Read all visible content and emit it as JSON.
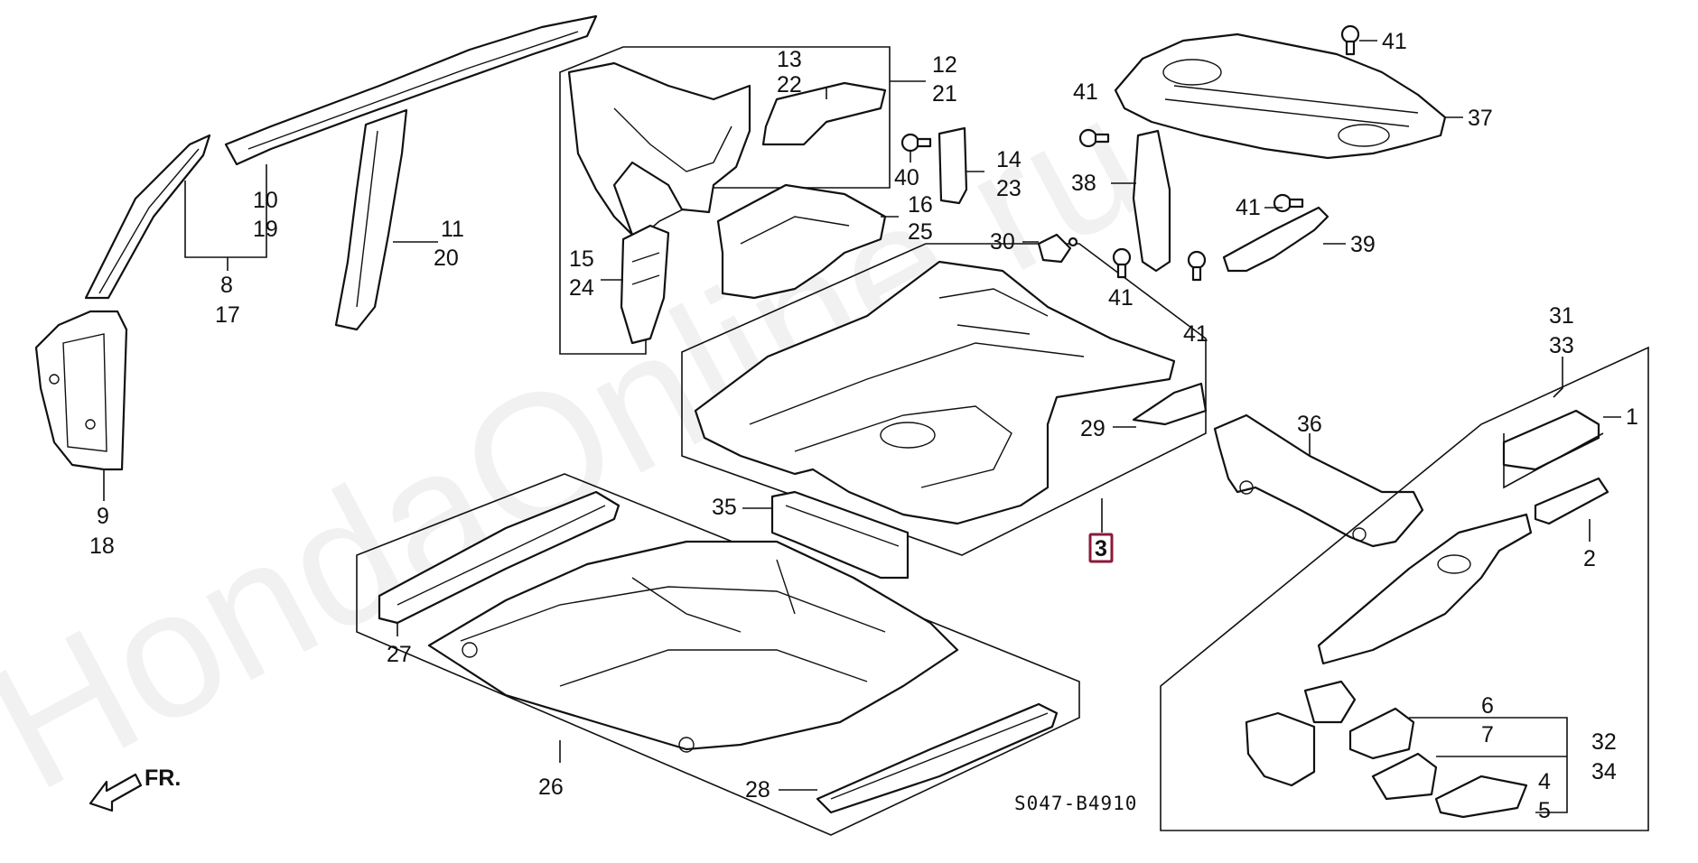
{
  "diagram": {
    "diagram_code": "S047-B4910",
    "direction_label": "FR.",
    "watermark": "HondaOnline.ru",
    "group_badge": "3",
    "callouts": {
      "c1": "1",
      "c2": "2",
      "c4": "4",
      "c5": "5",
      "c6": "6",
      "c7": "7",
      "c8": "8",
      "c9": "9",
      "c10": "10",
      "c11": "11",
      "c12": "12",
      "c13": "13",
      "c14": "14",
      "c15": "15",
      "c16": "16",
      "c17": "17",
      "c18": "18",
      "c19": "19",
      "c20": "20",
      "c21": "21",
      "c22": "22",
      "c23": "23",
      "c24": "24",
      "c25": "25",
      "c26": "26",
      "c27": "27",
      "c28": "28",
      "c29": "29",
      "c30": "30",
      "c31": "31",
      "c32": "32",
      "c33": "33",
      "c34": "34",
      "c35": "35",
      "c36": "36",
      "c37": "37",
      "c38": "38",
      "c39": "39",
      "c40": "40",
      "c41": "41"
    }
  }
}
